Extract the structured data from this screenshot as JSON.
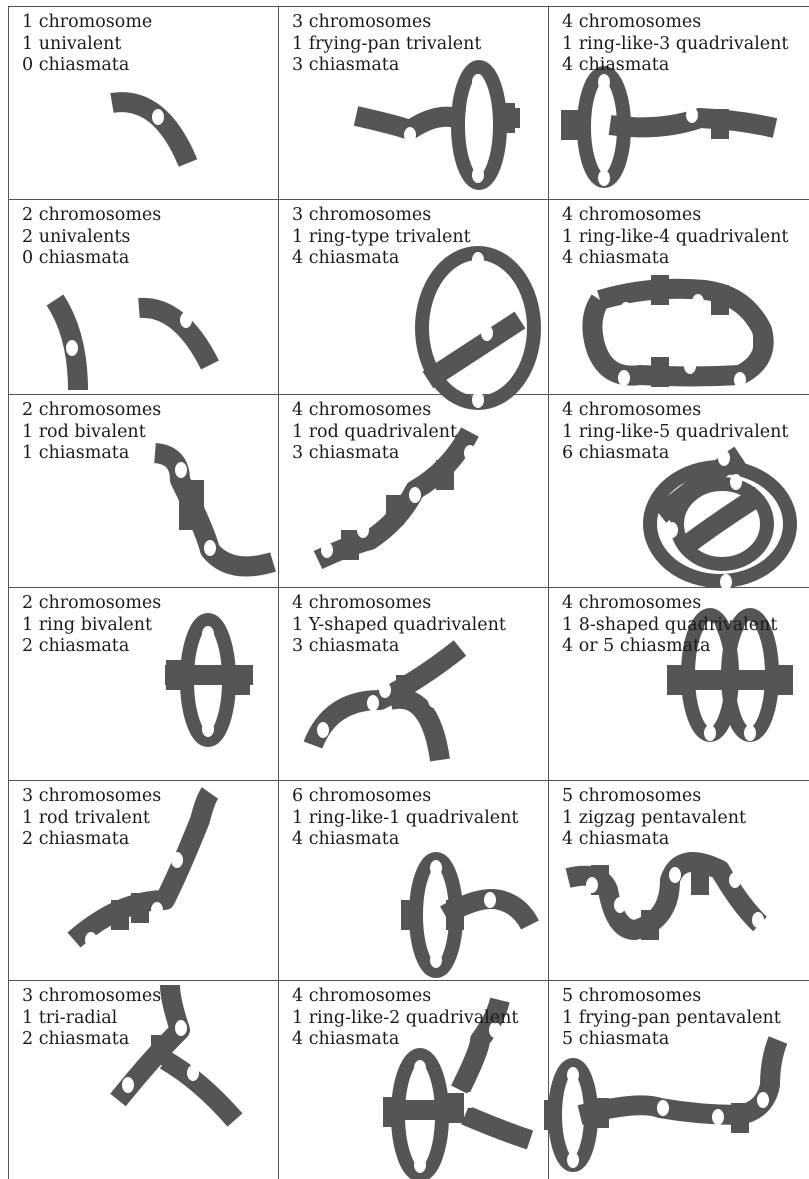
{
  "cells": [
    {
      "lines": [
        "1 chromosome",
        "1 univalent",
        "0 chiasmata"
      ],
      "figure": "univalent"
    },
    {
      "lines": [
        "3 chromosomes",
        "1 frying-pan trivalent",
        "3 chiasmata"
      ],
      "figure": "frying-pan-trivalent"
    },
    {
      "lines": [
        "4 chromosomes",
        "1 ring-like-3 quadrivalent",
        "4 chiasmata"
      ],
      "figure": "ring-like-3-quadrivalent"
    },
    {
      "lines": [
        "2 chromosomes",
        "2 univalents",
        "0 chiasmata"
      ],
      "figure": "two-univalents"
    },
    {
      "lines": [
        "3 chromosomes",
        "1 ring-type trivalent",
        "4 chiasmata"
      ],
      "figure": "ring-type-trivalent"
    },
    {
      "lines": [
        "4 chromosomes",
        "1 ring-like-4 quadrivalent",
        "4 chiasmata"
      ],
      "figure": "ring-like-4-quadrivalent"
    },
    {
      "lines": [
        "2 chromosomes",
        "1 rod bivalent",
        "1 chiasmata"
      ],
      "figure": "rod-bivalent"
    },
    {
      "lines": [
        "4 chromosomes",
        "1 rod quadrivalent",
        "3 chiasmata"
      ],
      "figure": "rod-quadrivalent"
    },
    {
      "lines": [
        "4 chromosomes",
        "1 ring-like-5 quadrivalent",
        "6 chiasmata"
      ],
      "figure": "ring-like-5-quadrivalent"
    },
    {
      "lines": [
        "2 chromosomes",
        "1 ring bivalent",
        "2 chiasmata"
      ],
      "figure": "ring-bivalent"
    },
    {
      "lines": [
        "4 chromosomes",
        "1 Y-shaped quadrivalent",
        "3 chiasmata"
      ],
      "figure": "y-shaped-quadrivalent"
    },
    {
      "lines": [
        "4 chromosomes",
        "1 8-shaped quadrivalent",
        "4 or 5 chiasmata"
      ],
      "figure": "8-shaped-quadrivalent"
    },
    {
      "lines": [
        "3 chromosomes",
        "1 rod trivalent",
        "2 chiasmata"
      ],
      "figure": "rod-trivalent"
    },
    {
      "lines": [
        "6 chromosomes",
        "1 ring-like-1 quadrivalent",
        "4 chiasmata"
      ],
      "figure": "ring-like-1-quadrivalent"
    },
    {
      "lines": [
        "5 chromosomes",
        "1 zigzag pentavalent",
        "4 chiasmata"
      ],
      "figure": "zigzag-pentavalent"
    },
    {
      "lines": [
        "3 chromosomes",
        "1 tri-radial",
        "2 chiasmata"
      ],
      "figure": "tri-radial"
    },
    {
      "lines": [
        "4 chromosomes",
        "1 ring-like-2 quadrivalent",
        "4 chiasmata"
      ],
      "figure": "ring-like-2-quadrivalent"
    },
    {
      "lines": [
        "5 chromosomes",
        "1 frying-pan pentavalent",
        "5 chiasmata"
      ],
      "figure": "frying-pan-pentavalent"
    }
  ],
  "colors": {
    "chromosome": "#555555",
    "centromere": "#ffffff",
    "rule": "#555555"
  }
}
